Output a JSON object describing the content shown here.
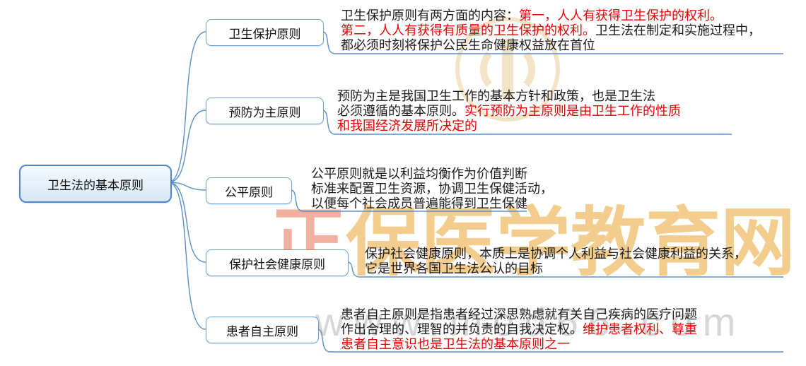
{
  "colors": {
    "line_blue": "#5b8fc9",
    "node_border": "#6fa0d2",
    "root_fill": "#d8e8f6",
    "text_black": "#1a1a1a",
    "text_red": "#e60000",
    "watermark_tan": "#f3cd8e",
    "watermark_red": "#f2b0a0",
    "watermark_gray": "#d6d6d6"
  },
  "root": {
    "label": "卫生法的基本原则"
  },
  "branches": [
    {
      "label": "卫生保护原则",
      "lines": [
        {
          "segs": [
            {
              "text": "卫生保护原则有两方面的内容：",
              "color": "black"
            },
            {
              "text": "第一，人人有获得卫生保护的权利。",
              "color": "red"
            }
          ]
        },
        {
          "segs": [
            {
              "text": "第二，人人有获得有质量的卫生保护的权利。",
              "color": "red"
            },
            {
              "text": "卫生法在制定和实施过程中，",
              "color": "black"
            }
          ]
        },
        {
          "segs": [
            {
              "text": "都必须时刻将保护公民生命健康权益放在首位",
              "color": "black"
            }
          ]
        }
      ]
    },
    {
      "label": "预防为主原则",
      "lines": [
        {
          "segs": [
            {
              "text": "预防为主是我国卫生工作的基本方针和政策，也是卫生法",
              "color": "black"
            }
          ]
        },
        {
          "segs": [
            {
              "text": "必须遵循的基本原则。",
              "color": "black"
            },
            {
              "text": "实行预防为主原则是由卫生工作的性质",
              "color": "red"
            }
          ]
        },
        {
          "segs": [
            {
              "text": "和我国经济发展所决定的",
              "color": "red"
            }
          ]
        }
      ]
    },
    {
      "label": "公平原则",
      "lines": [
        {
          "segs": [
            {
              "text": "公平原则就是以利益均衡作为价值判断",
              "color": "black"
            }
          ]
        },
        {
          "segs": [
            {
              "text": "标准来配置卫生资源，协调卫生保健活动，",
              "color": "black"
            }
          ]
        },
        {
          "segs": [
            {
              "text": "以便每个社会成员普遍能得到卫生保健",
              "color": "black"
            }
          ]
        }
      ]
    },
    {
      "label": "保护社会健康原则",
      "lines": [
        {
          "segs": [
            {
              "text": "保护社会健康原则，本质上是协调个人利益与社会健康利益的关系，",
              "color": "black"
            }
          ]
        },
        {
          "segs": [
            {
              "text": "它是世界各国卫生法公认的目标",
              "color": "black"
            }
          ]
        }
      ]
    },
    {
      "label": "患者自主原则",
      "lines": [
        {
          "segs": [
            {
              "text": "患者自主原则是指患者经过深思熟虑就有关自己疾病的医疗问题",
              "color": "black"
            }
          ]
        },
        {
          "segs": [
            {
              "text": "作出合理的、理智的并负责的自我决定权。",
              "color": "black"
            },
            {
              "text": "维护患者权利、尊重",
              "color": "red"
            }
          ]
        },
        {
          "segs": [
            {
              "text": "患者自主意识也是卫生法的基本原则之一",
              "color": "red"
            }
          ]
        }
      ]
    }
  ],
  "watermark": {
    "brand_first": "正",
    "brand_rest": "保医学教育网",
    "url": "www.med66.com"
  }
}
